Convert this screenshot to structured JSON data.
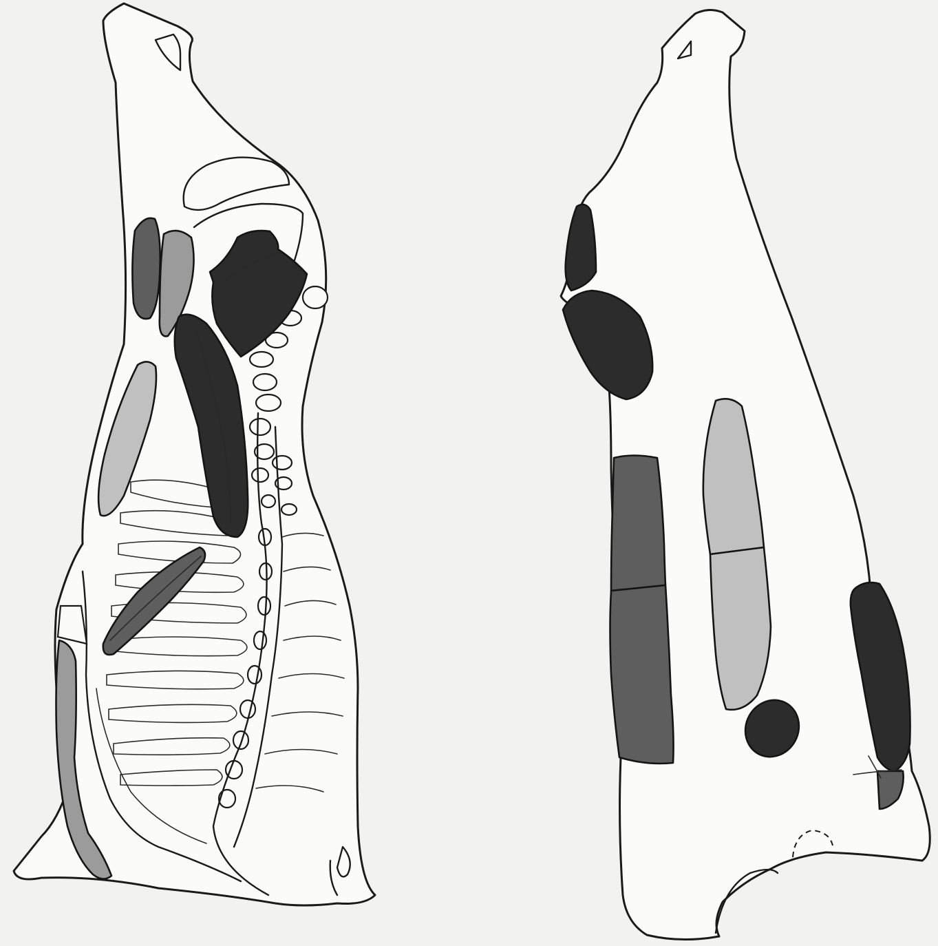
{
  "figure": {
    "views": [
      {
        "id": "left-half-carcass",
        "regions": [
          {
            "id": "shoulder-strip",
            "shade": "medium"
          },
          {
            "id": "shoulder-oval",
            "shade": "light"
          },
          {
            "id": "neck-block",
            "shade": "dark"
          },
          {
            "id": "long-muscle",
            "shade": "dark"
          },
          {
            "id": "forequarter-strip",
            "shade": "pale"
          },
          {
            "id": "rib-diagonal",
            "shade": "medium"
          },
          {
            "id": "flank-strip",
            "shade": "light"
          }
        ]
      },
      {
        "id": "right-hindquarter",
        "regions": [
          {
            "id": "upper-small",
            "shade": "dark"
          },
          {
            "id": "upper-oval",
            "shade": "dark"
          },
          {
            "id": "left-upper-bar",
            "shade": "medium"
          },
          {
            "id": "left-lower-bar",
            "shade": "medium"
          },
          {
            "id": "center-upper-bar",
            "shade": "pale"
          },
          {
            "id": "center-lower-bar",
            "shade": "pale"
          },
          {
            "id": "small-oval",
            "shade": "dark"
          },
          {
            "id": "right-bar",
            "shade": "dark"
          }
        ]
      }
    ],
    "shade_colors": {
      "dark": "#2c2c2c",
      "medium": "#5e5e5e",
      "light": "#9b9b9b",
      "pale": "#c0c0c0",
      "background": "#f2f2f0",
      "ink": "#1a1a1a"
    }
  }
}
